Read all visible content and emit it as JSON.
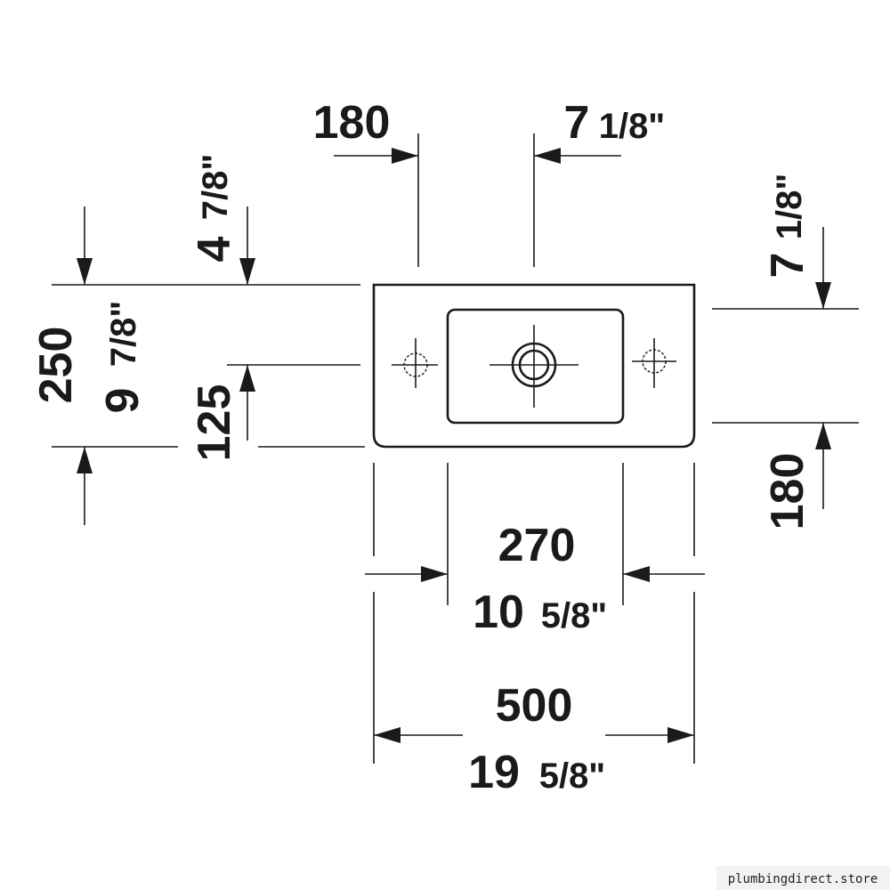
{
  "dimensions": {
    "top_offset_mm": "180",
    "top_offset_in": "7",
    "top_offset_in_frac": "1/8\"",
    "left_top_in": "4",
    "left_top_in_frac": "7/8\"",
    "right_top_in": "7",
    "right_top_in_frac": "1/8\"",
    "height_mm": "250",
    "height_in": "9",
    "height_in_frac": "7/8\"",
    "mid_height_mm": "125",
    "right_bottom_mm": "180",
    "bowl_width_mm": "270",
    "bowl_width_in": "10",
    "bowl_width_in_frac": "5/8\"",
    "total_width_mm": "500",
    "total_width_in": "19",
    "total_width_in_frac": "5/8\""
  },
  "watermark": "plumbingdirect.store"
}
